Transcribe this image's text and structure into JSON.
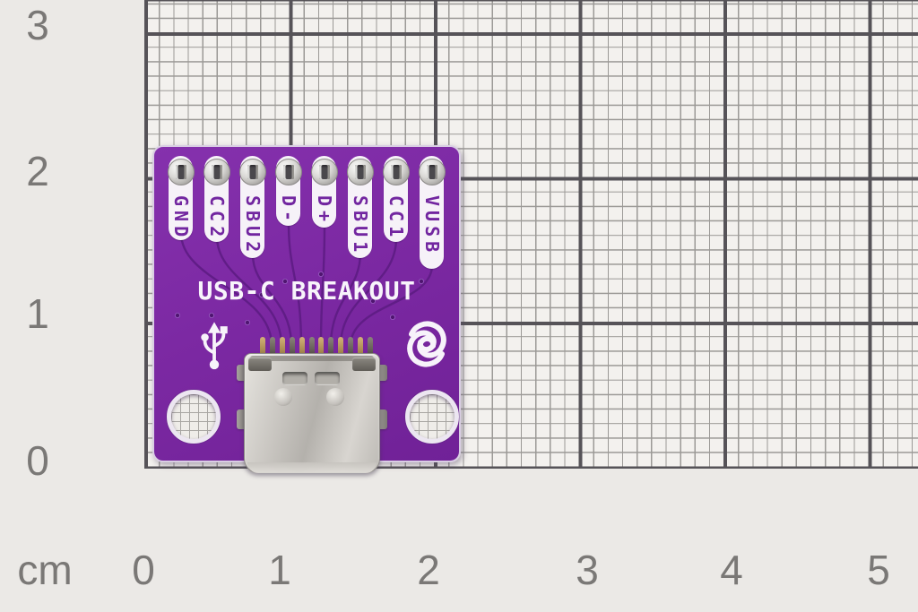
{
  "ruler": {
    "unit_label": "cm",
    "bottom_labels": [
      "0",
      "1",
      "2",
      "3",
      "4",
      "5"
    ],
    "left_labels": [
      "3",
      "2",
      "1",
      "0"
    ]
  },
  "board": {
    "title": "USB-C BREAKOUT",
    "pins": [
      {
        "label": "GND"
      },
      {
        "label": "CC2"
      },
      {
        "label": "SBU2"
      },
      {
        "label": "D-"
      },
      {
        "label": "D+"
      },
      {
        "label": "SBU1"
      },
      {
        "label": "CC1"
      },
      {
        "label": "VUSB"
      }
    ],
    "icons": {
      "usb_trident": "usb-trident-icon",
      "brand_logo": "spiral-s-logo-icon"
    },
    "colors": {
      "solder_mask": "#7c29a3",
      "silkscreen": "#f7f3fa",
      "trace": "#5e1c84",
      "connector_shell": "#c9c6c1",
      "grid_major_line": "#565358",
      "grid_minor_line": "#9b9996"
    }
  }
}
